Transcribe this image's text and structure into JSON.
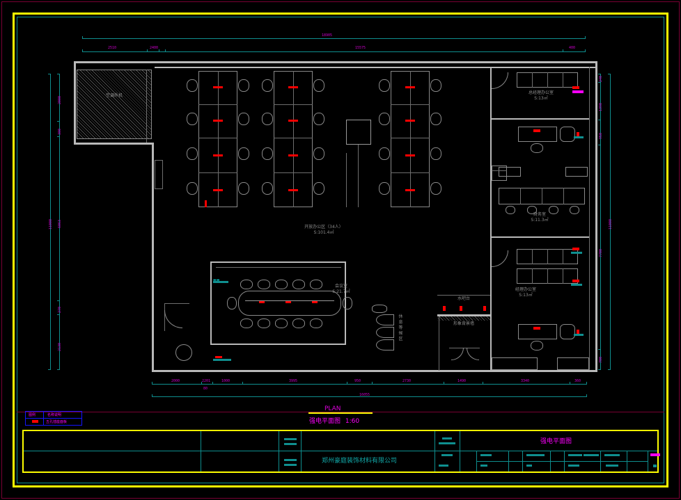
{
  "drawing": {
    "plan_label_en": "PLAN",
    "plan_title_cn": "强电平面图",
    "plan_scale": "1:60",
    "sheet_title": "强电平面图",
    "company": "郑州豪庭装饰材料有限公司"
  },
  "rooms": [
    {
      "name": "空调外机",
      "area": ""
    },
    {
      "name": "开放办公区（34人）",
      "area": "S:101.4㎡"
    },
    {
      "name": "会议室",
      "area": "S:21.7㎡"
    },
    {
      "name": "总经理办公室",
      "area": "S:13㎡"
    },
    {
      "name": "财务室",
      "area": "S:11.3㎡"
    },
    {
      "name": "经理办公室",
      "area": "S:13㎡"
    },
    {
      "name": "水吧台",
      "area": ""
    },
    {
      "name": "形象背景墙",
      "area": ""
    },
    {
      "name": "休息等候区",
      "area": ""
    }
  ],
  "dimensions": {
    "top_overall": "18905",
    "top_segments": [
      "2510",
      "2400",
      "15575",
      "400"
    ],
    "bottom_overall": "16055",
    "bottom_segments": [
      "2000",
      "2201",
      "1000",
      "3995",
      "950",
      "2730",
      "1490",
      "3340",
      "360"
    ],
    "bottom_sub": "80",
    "left_overall": "11000",
    "left_segments": [
      "2000",
      "300",
      "6063",
      "270",
      "2130"
    ],
    "right_overall": "11000",
    "right_segments": [
      "240",
      "1390",
      "950",
      "7700",
      "700"
    ]
  },
  "legend": {
    "rows": [
      {
        "symbol": "图例",
        "desc": "名称说明"
      },
      {
        "symbol": "",
        "desc": "五孔插座面板"
      }
    ]
  },
  "colors": {
    "background": "#000000",
    "border_outer": "#ffff00",
    "geometry": "#00a0a0",
    "dimension_text": "#cc00cc",
    "annotation": "#ff00ff",
    "devices": "#ff0000",
    "walls": "#b9b9b9",
    "furniture": "#8a8a8a",
    "legend_box": "#1414ff"
  }
}
